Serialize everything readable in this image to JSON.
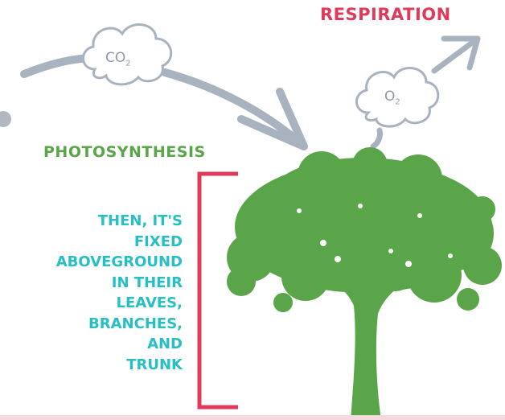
{
  "labels": {
    "respiration": "RESPIRATION",
    "photosynthesis": "PHOTOSYNTHESIS",
    "co2_main": "CO",
    "co2_sub": "2",
    "o2_main": "O",
    "o2_sub": "2"
  },
  "fixed_text_lines": [
    "THEN, IT'S",
    "FIXED",
    "ABOVEGROUND",
    "IN THEIR",
    "LEAVES,",
    "BRANCHES,",
    "AND",
    "TRUNK"
  ],
  "colors": {
    "respiration": "#e03a5b",
    "photosynthesis": "#5aa54a",
    "fixed_text": "#26bfc4",
    "bracket": "#e03a5b",
    "tree": "#5aa54a",
    "arrows": "#a9b3c0",
    "cloud_stroke": "#a9b3c0"
  },
  "icons": {
    "tree": "tree-icon",
    "co2_cloud": "co2-cloud-icon",
    "o2_cloud": "o2-cloud-icon"
  }
}
